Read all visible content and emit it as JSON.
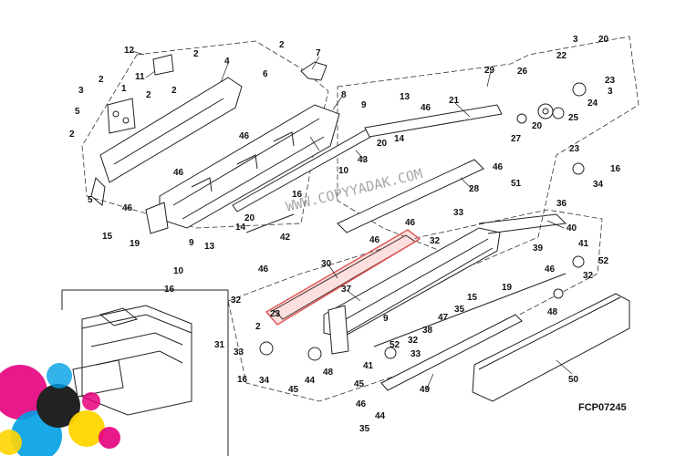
{
  "watermark": "WWW.COPYYADAK.COM",
  "diagram_code": "FCP07245",
  "labels": [
    "12",
    "11",
    "2",
    "4",
    "2",
    "7",
    "3",
    "2",
    "1",
    "2",
    "2",
    "6",
    "5",
    "2",
    "8",
    "9",
    "13",
    "46",
    "21",
    "29",
    "20",
    "14",
    "46",
    "46",
    "43",
    "10",
    "16",
    "5",
    "46",
    "20",
    "14",
    "13",
    "9",
    "42",
    "15",
    "19",
    "10",
    "46",
    "16",
    "26",
    "22",
    "3",
    "20",
    "23",
    "3",
    "24",
    "25",
    "20",
    "27",
    "23",
    "16",
    "34",
    "46",
    "51",
    "28",
    "36",
    "40",
    "46",
    "33",
    "32",
    "46",
    "39",
    "41",
    "52",
    "46",
    "32",
    "30",
    "37",
    "19",
    "15",
    "35",
    "47",
    "48",
    "32",
    "23",
    "2",
    "9",
    "38",
    "31",
    "33",
    "52",
    "32",
    "33",
    "41",
    "16",
    "34",
    "48",
    "45",
    "44",
    "45",
    "49",
    "46",
    "44",
    "35",
    "50"
  ],
  "colors": {
    "highlight": "#e05555",
    "logo_magenta": "#e6007e",
    "logo_cyan": "#00a0e3",
    "logo_yellow": "#ffd500",
    "logo_black": "#222222"
  }
}
